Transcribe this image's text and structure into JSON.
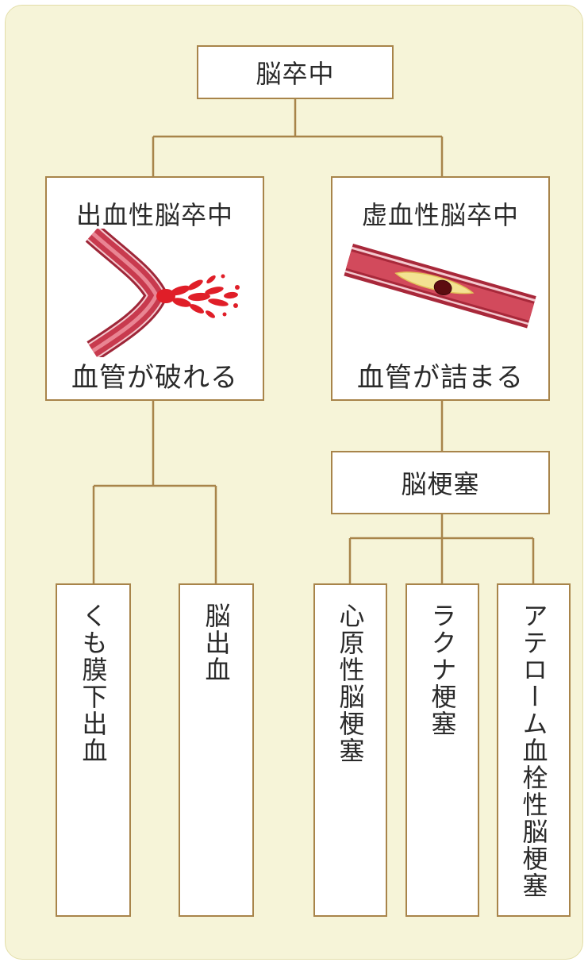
{
  "root": {
    "label": "脳卒中"
  },
  "hemorrhagic": {
    "title": "出血性脳卒中",
    "caption": "血管が破れる",
    "illustration": "vessel-rupture-icon"
  },
  "ischemic": {
    "title": "虚血性脳卒中",
    "caption": "血管が詰まる",
    "illustration": "vessel-blockage-icon"
  },
  "infarction": {
    "label": "脳梗塞"
  },
  "leaves": [
    {
      "label": "くも膜下出血"
    },
    {
      "label": "脳出血"
    },
    {
      "label": "心原性脳梗塞"
    },
    {
      "label": "ラクナ梗塞"
    },
    {
      "label": "アテローム血栓性脳梗塞"
    }
  ],
  "colors": {
    "panel_background": "#f6f4d8",
    "connector": "#a8844a",
    "box_border": "#a8844a",
    "box_fill": "#ffffff",
    "blood": "#e01e28",
    "vessel": "#b82f42",
    "plaque": "#f3e292",
    "clot": "#5c0c10"
  }
}
